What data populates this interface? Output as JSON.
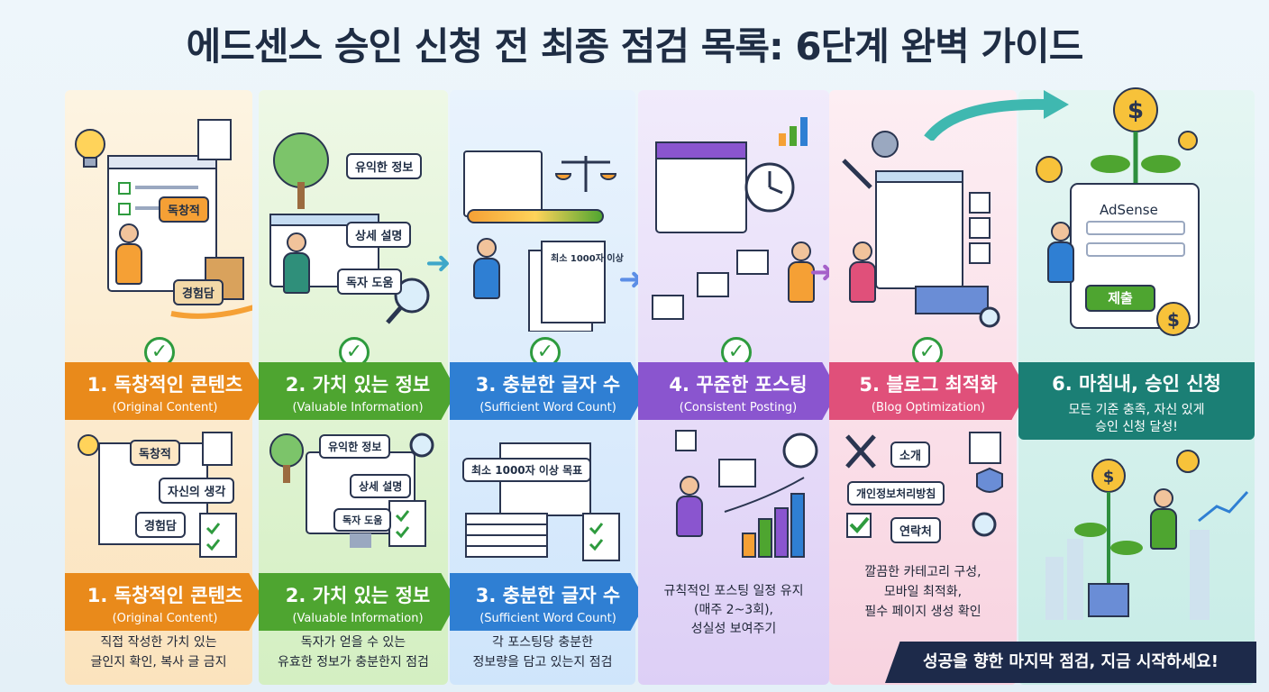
{
  "title": "에드센스 승인 신청 전 최종 점검 목록: 6단계 완벽 가이드",
  "steps": [
    {
      "title": "1. 독창적인 콘텐츠",
      "subtitle": "(Original Content)",
      "desc_line1": "직접 작성한 가치 있는",
      "desc_line2": "글인지 확인, 복사 글 금지",
      "chips_top": [
        "독창적",
        "경험담"
      ],
      "chips_bottom": [
        "독창적",
        "자신의 생각",
        "경험담"
      ],
      "color": "#e98a1b"
    },
    {
      "title": "2. 가치 있는 정보",
      "subtitle": "(Valuable Information)",
      "desc_line1": "독자가 얻을 수 있는",
      "desc_line2": "유효한 정보가 충분한지 점검",
      "chips_top": [
        "유익한 정보",
        "상세 설명",
        "독자 도움"
      ],
      "chips_bottom": [
        "유익한 정보",
        "상세 설명",
        "독자 도움"
      ],
      "color": "#4ea530"
    },
    {
      "title": "3. 충분한 글자 수",
      "subtitle": "(Sufficient Word Count)",
      "desc_line1": "각 포스팅당 충분한",
      "desc_line2": "정보량을 담고 있는지 점검",
      "chips_top": [
        "최소 1000자 이상"
      ],
      "chips_bottom": [
        "최소 1000자 이상 목표"
      ],
      "color": "#2f7fd3"
    },
    {
      "title": "4. 꾸준한 포스팅",
      "subtitle": "(Consistent Posting)",
      "desc_line1": "규칙적인 포스팅 일정 유지",
      "desc_line2": "(매주 2~3회),",
      "desc_line3": "성실성 보여주기",
      "color": "#8a55cf"
    },
    {
      "title": "5. 블로그 최적화",
      "subtitle": "(Blog Optimization)",
      "desc_line1": "깔끔한 카테고리 구성,",
      "desc_line2": "모바일 최적화,",
      "desc_line3": "필수 페이지 생성 확인",
      "chips_bottom": [
        "소개",
        "개인정보처리방침",
        "연락처"
      ],
      "color": "#e0507a"
    },
    {
      "title": "6. 마침내, 승인 신청",
      "desc_line1": "모든 기준 충족, 자신 있게",
      "desc_line2": "승인 신청 달성!",
      "adsense_label": "AdSense",
      "submit_label": "제출",
      "color": "#1b7f75"
    }
  ],
  "footer": "성공을 향한 마지막 점검, 지금 시작하세요!",
  "check_glyph": "✓",
  "icons": [
    "lightbulb-icon",
    "scale-icon",
    "clock-icon",
    "calendar-icon",
    "gear-icon",
    "wrench-icon",
    "magnifier-icon",
    "coin-icon",
    "medal-icon",
    "shield-icon"
  ]
}
